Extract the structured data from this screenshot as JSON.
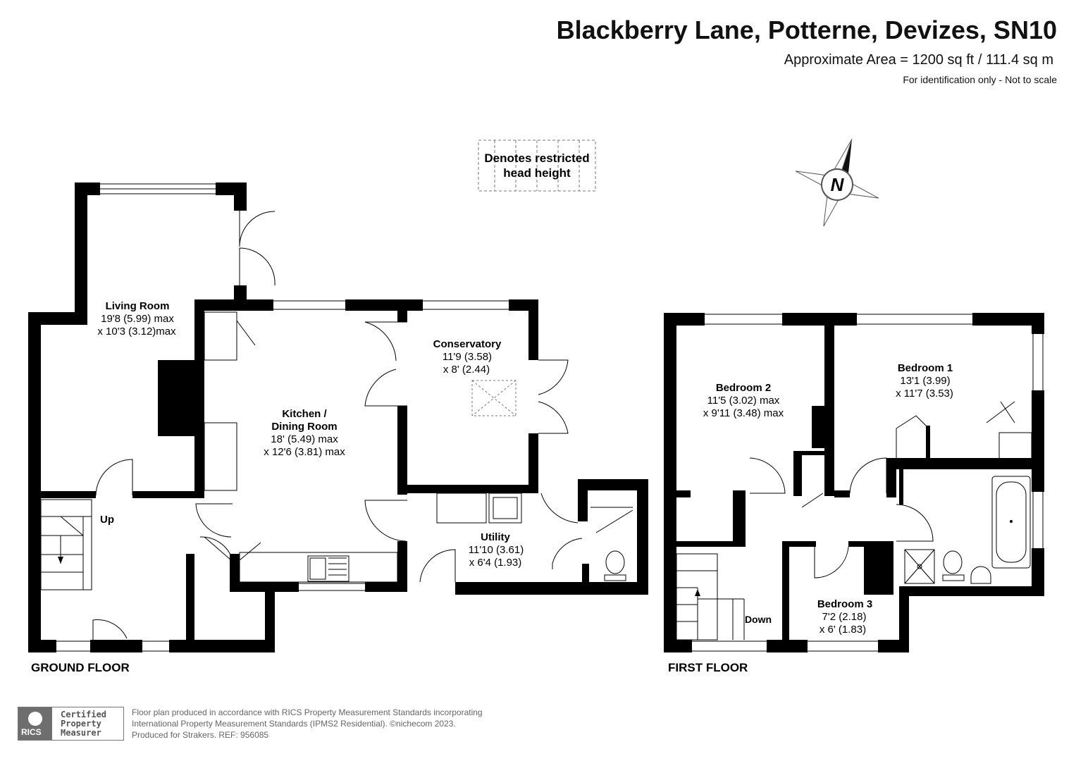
{
  "header": {
    "title": "Blackberry Lane, Potterne, Devizes, SN10",
    "area": "Approximate Area = 1200 sq ft / 111.4 sq m",
    "note": "For identification only - Not to scale"
  },
  "legend": {
    "restricted_line1": "Denotes restricted",
    "restricted_line2": "head height"
  },
  "compass": {
    "label": "N"
  },
  "floors": {
    "ground": {
      "label": "GROUND FLOOR",
      "stairs_label": "Up",
      "living": {
        "name": "Living Room",
        "dim1": "19'8 (5.99) max",
        "dim2": "x 10'3 (3.12)max"
      },
      "kitchen": {
        "name1": "Kitchen /",
        "name2": "Dining Room",
        "dim1": "18' (5.49) max",
        "dim2": "x 12'6 (3.81) max"
      },
      "conservatory": {
        "name": "Conservatory",
        "dim1": "11'9 (3.58)",
        "dim2": "x 8' (2.44)"
      },
      "utility": {
        "name": "Utility",
        "dim1": "11'10 (3.61)",
        "dim2": "x 6'4 (1.93)"
      }
    },
    "first": {
      "label": "FIRST FLOOR",
      "stairs_label": "Down",
      "bedroom1": {
        "name": "Bedroom 1",
        "dim1": "13'1 (3.99)",
        "dim2": "x 11'7 (3.53)"
      },
      "bedroom2": {
        "name": "Bedroom 2",
        "dim1": "11'5 (3.02) max",
        "dim2": "x 9'11 (3.48) max"
      },
      "bedroom3": {
        "name": "Bedroom 3",
        "dim1": "7'2 (2.18)",
        "dim2": "x 6' (1.83)"
      }
    }
  },
  "footer": {
    "badge": "RICS",
    "cert": "Certified Property Measurer",
    "line1": "Floor plan produced in accordance with RICS Property Measurement Standards incorporating",
    "line2": "International Property Measurement Standards (IPMS2 Residential).  ©nichecom 2023.",
    "line3": "Produced for Strakers.    REF:  956085"
  },
  "colors": {
    "wall": "#000000",
    "fixture": "#444444",
    "text": "#111111"
  }
}
